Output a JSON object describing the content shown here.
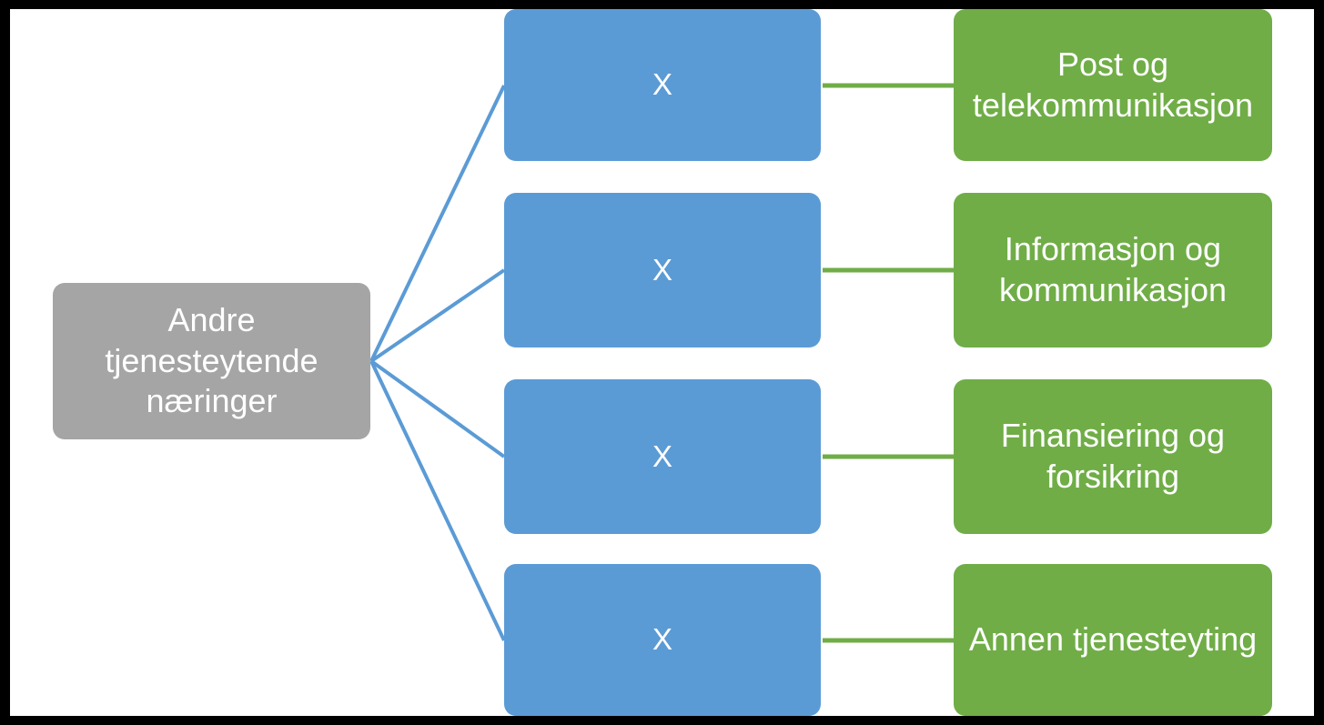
{
  "diagram": {
    "type": "hierarchy-tree",
    "orientation": "left-to-right",
    "frame_color": "#000000",
    "canvas_color": "#ffffff",
    "root": {
      "label": "Andre\ntjenesteytende\nnæringer",
      "color": "#a5a5a5",
      "text_color": "#ffffff"
    },
    "branches": [
      {
        "middle": {
          "label": "X",
          "color": "#5b9bd5",
          "text_color": "#ffffff"
        },
        "leaf": {
          "label": "Post og\ntelekommunikasjon",
          "color": "#70ad47",
          "text_color": "#ffffff"
        },
        "connector_root_color": "#5b9bd5",
        "connector_leaf_color": "#70ad47"
      },
      {
        "middle": {
          "label": "X",
          "color": "#5b9bd5",
          "text_color": "#ffffff"
        },
        "leaf": {
          "label": "Informasjon og\nkommunikasjon",
          "color": "#70ad47",
          "text_color": "#ffffff"
        },
        "connector_root_color": "#5b9bd5",
        "connector_leaf_color": "#70ad47"
      },
      {
        "middle": {
          "label": "X",
          "color": "#5b9bd5",
          "text_color": "#ffffff"
        },
        "leaf": {
          "label": "Finansiering og\nforsikring",
          "color": "#70ad47",
          "text_color": "#ffffff"
        },
        "connector_root_color": "#5b9bd5",
        "connector_leaf_color": "#70ad47"
      },
      {
        "middle": {
          "label": "X",
          "color": "#5b9bd5",
          "text_color": "#ffffff"
        },
        "leaf": {
          "label": "Annen tjenesteyting",
          "color": "#70ad47",
          "text_color": "#ffffff"
        },
        "connector_root_color": "#5b9bd5",
        "connector_leaf_color": "#70ad47"
      }
    ]
  }
}
